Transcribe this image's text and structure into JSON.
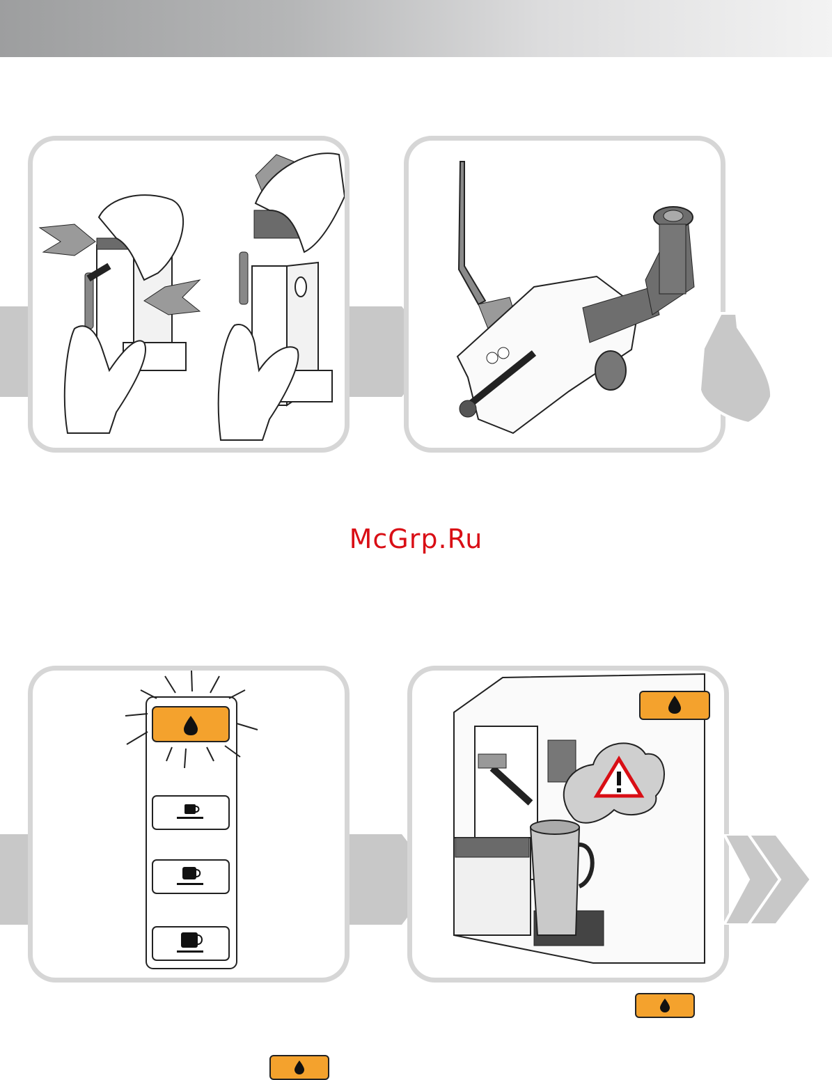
{
  "watermark": "McGrp.Ru",
  "colors": {
    "header_gradient_start": "#9d9e9f",
    "header_gradient_end": "#f3f3f3",
    "panel_border": "#d6d6d6",
    "flow_arrow": "#c8c8c8",
    "orange_indicator": "#f4a22d",
    "warning_red": "#d90e15"
  },
  "icons": {
    "flow_arrow": "chevron-right-icon",
    "indicator": "water-drop-icon",
    "cup_sizes": [
      "ristretto-cup-icon",
      "espresso-cup-icon",
      "lungo-cup-icon"
    ],
    "warning": "warning-triangle-icon",
    "next_step": "double-chevron-right-icon"
  },
  "illustrations": {
    "step1": "remove-milk-tube-from-container",
    "step2": "milk-container-lid-with-tube",
    "step3": "control-panel-blinking-drop-light",
    "step4": "machine-steam-warning"
  }
}
